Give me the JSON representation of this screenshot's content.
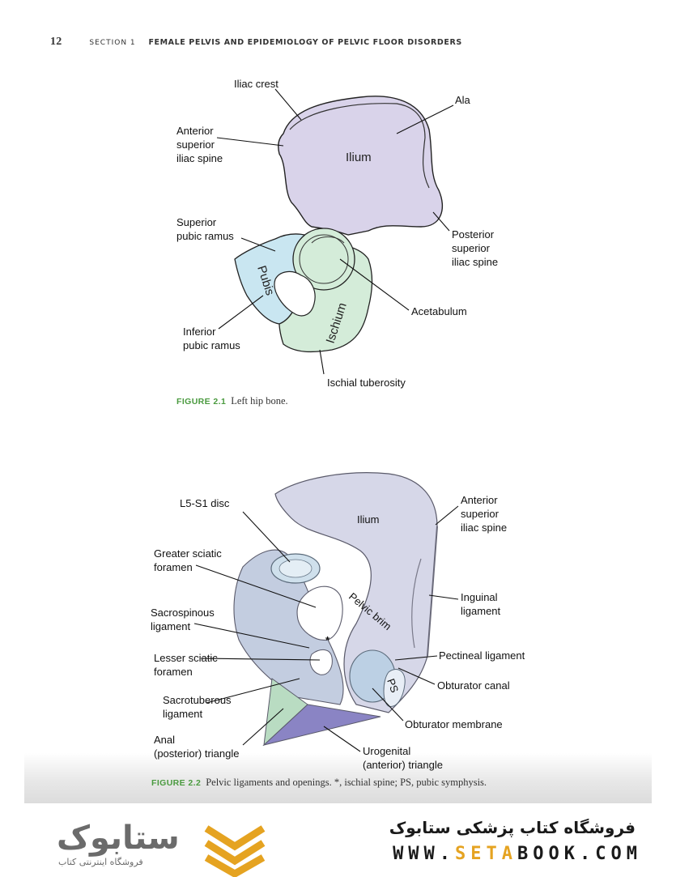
{
  "header": {
    "page_number": "12",
    "section": "SECTION 1",
    "title": "FEMALE PELVIS AND EPIDEMIOLOGY OF PELVIC FLOOR DISORDERS"
  },
  "figure1": {
    "caption_label": "FIGURE 2.1",
    "caption_text": "Left hip bone.",
    "labels": {
      "iliac_crest": "Iliac crest",
      "ala": "Ala",
      "asis_1": "Anterior",
      "asis_2": "superior",
      "asis_3": "iliac spine",
      "ilium": "Ilium",
      "spr_1": "Superior",
      "spr_2": "pubic ramus",
      "psis_1": "Posterior",
      "psis_2": "superior",
      "psis_3": "iliac spine",
      "pubis": "Pubis",
      "ischium": "Ischium",
      "acetabulum": "Acetabulum",
      "ipr_1": "Inferior",
      "ipr_2": "pubic ramus",
      "ischial_tuberosity": "Ischial tuberosity"
    },
    "colors": {
      "ilium": "#d9d3ea",
      "pubis": "#c9e6f1",
      "ischium": "#d4ecd9"
    }
  },
  "figure2": {
    "caption_label": "FIGURE 2.2",
    "caption_text": "Pelvic ligaments and openings. *, ischial spine; PS, pubic symphysis.",
    "labels": {
      "l5s1": "L5-S1 disc",
      "ilium": "Ilium",
      "asis_1": "Anterior",
      "asis_2": "superior",
      "asis_3": "iliac spine",
      "gsf_1": "Greater sciatic",
      "gsf_2": "foramen",
      "inguinal_1": "Inguinal",
      "inguinal_2": "ligament",
      "pelvic_brim": "Pelvic brim",
      "ssl_1": "Sacrospinous",
      "ssl_2": "ligament",
      "star": "*",
      "pectineal": "Pectineal ligament",
      "lsf_1": "Lesser sciatic",
      "lsf_2": "foramen",
      "obturator_canal": "Obturator canal",
      "stl_1": "Sacrotuberous",
      "stl_2": "ligament",
      "ps": "PS",
      "obturator_membrane": "Obturator membrane",
      "anal_1": "Anal",
      "anal_2": "(posterior) triangle",
      "uro_1": "Urogenital",
      "uro_2": "(anterior) triangle"
    }
  },
  "footer": {
    "logo": "ستابوک",
    "logo_sub": "فروشگاه اینترنتی کتاب",
    "store_name": "فروشگاه کتاب پزشکی ستابوک",
    "url_a": "WWW.",
    "url_b": "SETA",
    "url_c": "B",
    "url_d": "OOK.COM"
  }
}
